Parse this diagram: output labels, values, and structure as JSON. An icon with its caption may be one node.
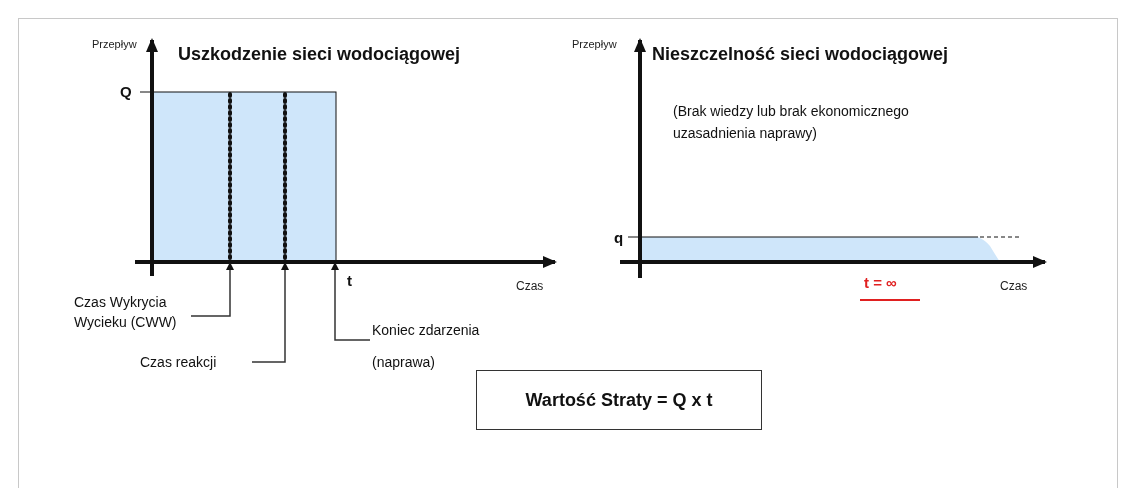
{
  "diagram": {
    "nodes": [
      {
        "text": [
          "Czas Wykrycia Wycieku (CWW)"
        ]
      },
      {
        "text": [
          "Czas reakcji"
        ]
      },
      {
        "text": [
          "Koniec zdarzenia",
          "(naprawa)"
        ]
      },
      {
        "text": [
          "Wartość Straty = Q x t"
        ]
      },
      {
        "text": [],
        "shape": "box"
      }
    ],
    "edges": [
      {
        "from": 0,
        "to": 4,
        "arrow": "to"
      },
      {
        "from": 1,
        "to": 4,
        "arrow": "to"
      },
      {
        "from": 2,
        "to": 4,
        "arrow": "to"
      }
    ],
    "labels": [
      "Przepływ",
      "Uszkodzenie sieci wodociągowej",
      "Przepływ",
      "Nieszczelność sieci wodociągowej",
      "Q",
      "(Brak wiedzy lub brak ekonomicznego uzasadnienia naprawy)",
      "q",
      "t",
      "Czas",
      "t = ∞",
      "Czas"
    ]
  }
}
